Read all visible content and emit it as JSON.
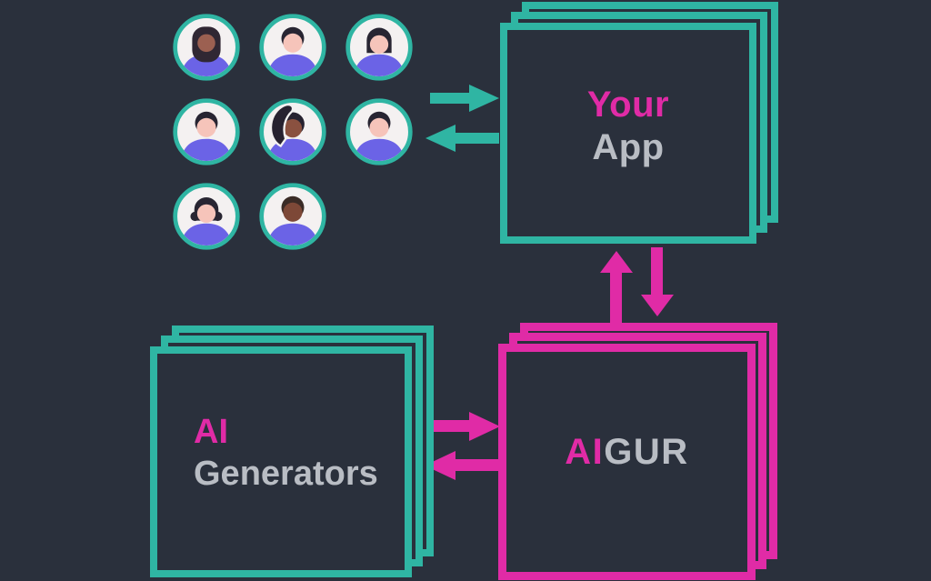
{
  "palette": {
    "background": "#2a303c",
    "teal": "#2fb5a3",
    "pink": "#e02ba6",
    "gray_text": "#b9bdc4",
    "avatar_bg": "#f4f1f1",
    "shirt": "#6b63e6"
  },
  "nodes": {
    "your_app": {
      "line1": "Your",
      "line2": "App"
    },
    "ai_generators": {
      "line1": "AI",
      "line2": "Generators"
    },
    "aigur": {
      "accent": "AI",
      "rest": "GUR"
    }
  },
  "users_group": {
    "avatars": [
      {
        "id": "user-1",
        "style": "long",
        "hair": "#302733",
        "skin": "#9c6051"
      },
      {
        "id": "user-2",
        "style": "short",
        "hair": "#282532",
        "skin": "#f6c4ba"
      },
      {
        "id": "user-3",
        "style": "bob",
        "hair": "#282532",
        "skin": "#f6c4ba"
      },
      {
        "id": "user-4",
        "style": "short",
        "hair": "#282532",
        "skin": "#f6c4ba"
      },
      {
        "id": "user-5",
        "style": "ponytail",
        "hair": "#272230",
        "skin": "#8a5140"
      },
      {
        "id": "user-6",
        "style": "short",
        "hair": "#282532",
        "skin": "#f6c4ba"
      },
      {
        "id": "user-7",
        "style": "wavy",
        "hair": "#282532",
        "skin": "#f6c4ba"
      },
      {
        "id": "user-8",
        "style": "short",
        "hair": "#3a2b26",
        "skin": "#7d4837"
      }
    ]
  },
  "connections": [
    {
      "from": "users",
      "to": "your-app",
      "color": "teal",
      "direction": "right"
    },
    {
      "from": "your-app",
      "to": "users",
      "color": "teal",
      "direction": "left"
    },
    {
      "from": "aigur",
      "to": "your-app",
      "color": "pink",
      "direction": "up"
    },
    {
      "from": "your-app",
      "to": "aigur",
      "color": "pink",
      "direction": "down"
    },
    {
      "from": "ai-generators",
      "to": "aigur",
      "color": "pink",
      "direction": "right"
    },
    {
      "from": "aigur",
      "to": "ai-generators",
      "color": "pink",
      "direction": "left"
    }
  ]
}
